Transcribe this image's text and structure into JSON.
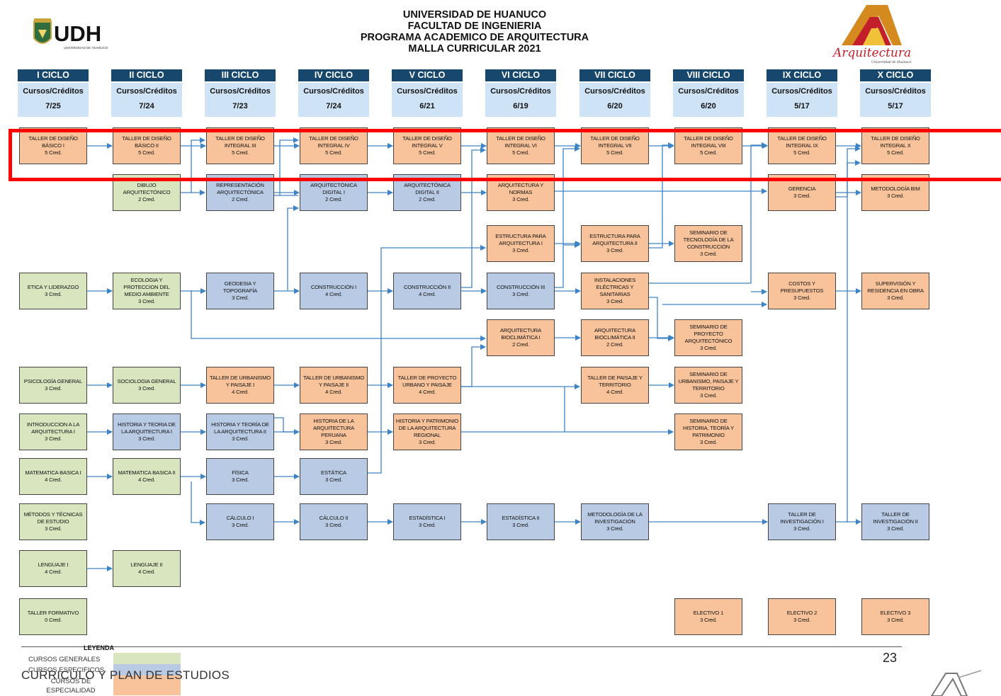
{
  "header": {
    "lines": [
      "UNIVERSIDAD DE HUANUCO",
      "FACULTAD DE INGENIERIA",
      "PROGRAMA ACADEMICO DE ARQUITECTURA",
      "MALLA CURRICULAR 2021"
    ],
    "udh_logo": {
      "text": "UDH",
      "sub": "UNIVERSIDAD DE HUANUCO"
    },
    "arq_logo": {
      "text": "Arquitectura",
      "sub": "Universidad de Huánuco"
    }
  },
  "colors": {
    "header_bar": "#17476c",
    "info_bar": "#cfe3f7",
    "general": "#d8e5bf",
    "especifico": "#b9cbe4",
    "especialidad": "#f8c39a",
    "arrow": "#3d84c6",
    "highlight": "#ff0000"
  },
  "cycles": [
    {
      "name": "I CICLO",
      "label": "Cursos/Créditos",
      "count": "7/25"
    },
    {
      "name": "II CICLO",
      "label": "Cursos/Créditos",
      "count": "7/24"
    },
    {
      "name": "III CICLO",
      "label": "Cursos/Créditos",
      "count": "7/23"
    },
    {
      "name": "IV CICLO",
      "label": "Cursos/Créditos",
      "count": "7/24"
    },
    {
      "name": "V CICLO",
      "label": "Cursos/Créditos",
      "count": "6/21"
    },
    {
      "name": "VI CICLO",
      "label": "Cursos/Créditos",
      "count": "6/19"
    },
    {
      "name": "VII CICLO",
      "label": "Cursos/Créditos",
      "count": "6/20"
    },
    {
      "name": "VIII CICLO",
      "label": "Cursos/Créditos",
      "count": "6/20"
    },
    {
      "name": "IX CICLO",
      "label": "Cursos/Créditos",
      "count": "5/17"
    },
    {
      "name": "X CICLO",
      "label": "Cursos/Créditos",
      "count": "5/17"
    }
  ],
  "courses": [
    {
      "id": "tdb1",
      "lines": [
        "TALLER DE DISEÑO",
        "BÁSICO I"
      ],
      "credits": "5 Cred.",
      "type": "s"
    },
    {
      "id": "tdb2",
      "lines": [
        "TALLER DE DISEÑO",
        "BÁSICO II"
      ],
      "credits": "5 Cred.",
      "type": "s"
    },
    {
      "id": "tdi3",
      "lines": [
        "TALLER DE DISEÑO",
        "INTEGRAL III"
      ],
      "credits": "5 Cred.",
      "type": "s"
    },
    {
      "id": "tdi4",
      "lines": [
        "TALLER DE DISEÑO",
        "INTEGRAL IV"
      ],
      "credits": "5 Cred.",
      "type": "s"
    },
    {
      "id": "tdi5",
      "lines": [
        "TALLER DE DISEÑO",
        "INTEGRAL V"
      ],
      "credits": "5 Cred.",
      "type": "s"
    },
    {
      "id": "tdi6",
      "lines": [
        "TALLER DE DISEÑO",
        "INTEGRAL VI"
      ],
      "credits": "5 Cred.",
      "type": "s"
    },
    {
      "id": "tdi7",
      "lines": [
        "TALLER DE DISEÑO",
        "INTEGRAL VII"
      ],
      "credits": "5 Cred.",
      "type": "s"
    },
    {
      "id": "tdi8",
      "lines": [
        "TALLER DE DISEÑO",
        "INTEGRAL VIII"
      ],
      "credits": "5 Cred.",
      "type": "s"
    },
    {
      "id": "tdi9",
      "lines": [
        "TALLER DE DISEÑO",
        "INTEGRAL IX"
      ],
      "credits": "5 Cred.",
      "type": "s"
    },
    {
      "id": "tdi10",
      "lines": [
        "TALLER DE DISEÑO",
        "INTEGRAL X"
      ],
      "credits": "5 Cred.",
      "type": "s"
    },
    {
      "id": "dibarq",
      "lines": [
        "DIBUJO",
        "ARQUITECTÓNICO"
      ],
      "credits": "2 Cred.",
      "type": "g"
    },
    {
      "id": "reparq",
      "lines": [
        "REPRESENTACIÓN",
        "ARQUITECTÓNICA"
      ],
      "credits": "2 Cred.",
      "type": "e"
    },
    {
      "id": "arqdig1",
      "lines": [
        "ARQUITECTÓNICA",
        "DIGITAL I"
      ],
      "credits": "2 Cred.",
      "type": "e"
    },
    {
      "id": "arqdig2",
      "lines": [
        "ARQUITECTÓNICA",
        "DIGITAL II"
      ],
      "credits": "2 Cred.",
      "type": "e"
    },
    {
      "id": "arqnorm",
      "lines": [
        "ARQUITECTURA Y",
        "NORMAS"
      ],
      "credits": "3 Cred.",
      "type": "s"
    },
    {
      "id": "gerencia",
      "lines": [
        "GERENCIA"
      ],
      "credits": "3 Cred.",
      "type": "s"
    },
    {
      "id": "bim",
      "lines": [
        "METODOLOGÍA BIM"
      ],
      "credits": "3 Cred.",
      "type": "s"
    },
    {
      "id": "estr1",
      "lines": [
        "ESTRUCTURA PARA",
        "ARQUITECTURA I"
      ],
      "credits": "3 Cred.",
      "type": "s"
    },
    {
      "id": "estr2",
      "lines": [
        "ESTRUCTURA PARA",
        "ARQUITECTURA II"
      ],
      "credits": "3 Cred.",
      "type": "s"
    },
    {
      "id": "semtec",
      "lines": [
        "SEMINARIO DE",
        "TECNOLOGÍA DE LA",
        "CONSTRUCCIÓN"
      ],
      "credits": "3 Cred.",
      "type": "s"
    },
    {
      "id": "etica",
      "lines": [
        "ETICA Y LIDERAZGO"
      ],
      "credits": "3 Cred.",
      "type": "g"
    },
    {
      "id": "ecologia",
      "lines": [
        "ECOLOGIA Y",
        "PROTECCION DEL",
        "MEDIO AMBIENTE"
      ],
      "credits": "3 Cred.",
      "type": "g"
    },
    {
      "id": "geodesia",
      "lines": [
        "GEODESIA Y",
        "TOPOGRAFÍA"
      ],
      "credits": "3 Cred.",
      "type": "e"
    },
    {
      "id": "cons1",
      "lines": [
        "CONSTRUCCIÓN I"
      ],
      "credits": "4 Cred.",
      "type": "e"
    },
    {
      "id": "cons2",
      "lines": [
        "CONSTRUCCIÓN II"
      ],
      "credits": "4 Cred.",
      "type": "e"
    },
    {
      "id": "cons3",
      "lines": [
        "CONSTRUCCIÓN III"
      ],
      "credits": "3 Cred.",
      "type": "e"
    },
    {
      "id": "instal",
      "lines": [
        "INSTALACIONES",
        "ELÉCTRICAS Y",
        "SANITARIAS"
      ],
      "credits": "3 Cred.",
      "type": "s"
    },
    {
      "id": "costos",
      "lines": [
        "COSTOS Y",
        "PRESUPUESTOS"
      ],
      "credits": "3 Cred.",
      "type": "s"
    },
    {
      "id": "superv",
      "lines": [
        "SUPERVISIÓN Y",
        "RESIDENCIA EN OBRA"
      ],
      "credits": "3 Cred.",
      "type": "s"
    },
    {
      "id": "bioc1",
      "lines": [
        "ARQUITECTURA",
        "BIOCLIMÁTICA I"
      ],
      "credits": "2 Cred.",
      "type": "s"
    },
    {
      "id": "bioc2",
      "lines": [
        "ARQUITECTURA",
        "BIOCLIMÁTICA II"
      ],
      "credits": "2 Cred.",
      "type": "s"
    },
    {
      "id": "semproy",
      "lines": [
        "SEMINARIO DE",
        "PROYECTO",
        "ARQUITECTÓNICO"
      ],
      "credits": "3 Cred.",
      "type": "s"
    },
    {
      "id": "psico",
      "lines": [
        "PSICOLOGÍA GENERAL"
      ],
      "credits": "3 Cred.",
      "type": "g"
    },
    {
      "id": "socio",
      "lines": [
        "SOCIOLOGIA GENERAL"
      ],
      "credits": "3 Cred.",
      "type": "g"
    },
    {
      "id": "tup1",
      "lines": [
        "TALLER DE URBANISMO",
        "Y PAISAJE I"
      ],
      "credits": "4 Cred.",
      "type": "s"
    },
    {
      "id": "tup2",
      "lines": [
        "TALLER DE URBANISMO",
        "Y PAISAJE II"
      ],
      "credits": "4 Cred.",
      "type": "s"
    },
    {
      "id": "tpup",
      "lines": [
        "TALLER DE PROYECTO",
        "URBANO Y PAISAJE"
      ],
      "credits": "4 Cred.",
      "type": "s"
    },
    {
      "id": "tpt",
      "lines": [
        "TALLER DE PAISAJE Y",
        "TERRITORIO"
      ],
      "credits": "4 Cred.",
      "type": "s"
    },
    {
      "id": "semurb",
      "lines": [
        "SEMINARIO DE",
        "URBANISMO, PAISAJE Y",
        "TERRITORIO"
      ],
      "credits": "3 Cred.",
      "type": "s"
    },
    {
      "id": "intro",
      "lines": [
        "INTRODUCCION A LA",
        "ARQUITECTURA I"
      ],
      "credits": "3 Cred.",
      "type": "g"
    },
    {
      "id": "hist1",
      "lines": [
        "HISTORIA Y TEORIA DE",
        "LA ARQUITECTURA I"
      ],
      "credits": "3 Cred.",
      "type": "e"
    },
    {
      "id": "hist2",
      "lines": [
        "HISTORIA Y TEORÍA DE",
        "LA ARQUITECTURA II"
      ],
      "credits": "3 Cred.",
      "type": "e"
    },
    {
      "id": "histper",
      "lines": [
        "HISTORIA DE LA",
        "ARQUITECTURA",
        "PERUANA"
      ],
      "credits": "3 Cred.",
      "type": "s"
    },
    {
      "id": "histreg",
      "lines": [
        "HISTORIA Y PATRIMONIO",
        "DE LA ARQUITECTURA",
        "REGIONAL"
      ],
      "credits": "3 Cred.",
      "type": "s"
    },
    {
      "id": "semhist",
      "lines": [
        "SEMINARIO DE",
        "HISTORIA, TEORÍA Y",
        "PATRIMONIO"
      ],
      "credits": "3 Cred.",
      "type": "s"
    },
    {
      "id": "mat1",
      "lines": [
        "MATEMATICA BASICA I"
      ],
      "credits": "4 Cred.",
      "type": "g"
    },
    {
      "id": "mat2",
      "lines": [
        "MATEMATICA BASICA II"
      ],
      "credits": "4 Cred.",
      "type": "g"
    },
    {
      "id": "fisica",
      "lines": [
        "FÍSICA"
      ],
      "credits": "3 Cred.",
      "type": "e"
    },
    {
      "id": "estatica",
      "lines": [
        "ESTÁTICA"
      ],
      "credits": "3 Cred.",
      "type": "e"
    },
    {
      "id": "metodos",
      "lines": [
        "MÉTODOS Y TÉCNICAS",
        "DE ESTUDIO"
      ],
      "credits": "3 Cred.",
      "type": "g"
    },
    {
      "id": "calc1",
      "lines": [
        "CÁLCULO I"
      ],
      "credits": "3 Cred.",
      "type": "e"
    },
    {
      "id": "calc2",
      "lines": [
        "CÁLCULO II"
      ],
      "credits": "3 Cred.",
      "type": "e"
    },
    {
      "id": "estad1",
      "lines": [
        "ESTADÍSTICA I"
      ],
      "credits": "3 Cred.",
      "type": "e"
    },
    {
      "id": "estad2",
      "lines": [
        "ESTADÍSTICA II"
      ],
      "credits": "3 Cred.",
      "type": "e"
    },
    {
      "id": "metinv",
      "lines": [
        "METODOLOGÍA DE LA",
        "INVESTIGACIÓN"
      ],
      "credits": "3 Cred.",
      "type": "e"
    },
    {
      "id": "tinv1",
      "lines": [
        "TALLER DE",
        "INVESTIGACIÓN I"
      ],
      "credits": "3 Cred.",
      "type": "e"
    },
    {
      "id": "tinv2",
      "lines": [
        "TALLER DE",
        "INVESTIGACIÓN II"
      ],
      "credits": "3 Cred.",
      "type": "e"
    },
    {
      "id": "leng1",
      "lines": [
        "LENGUAJE I"
      ],
      "credits": "4 Cred.",
      "type": "g"
    },
    {
      "id": "leng2",
      "lines": [
        "LENGUAJE II"
      ],
      "credits": "4 Cred.",
      "type": "g"
    },
    {
      "id": "tform",
      "lines": [
        "TALLER FORMATIVO"
      ],
      "credits": "0 Cred.",
      "type": "g"
    },
    {
      "id": "elec1",
      "lines": [
        "ELECTIVO 1"
      ],
      "credits": "3 Cred.",
      "type": "s"
    },
    {
      "id": "elec2",
      "lines": [
        "ELECTIVO 2"
      ],
      "credits": "3 Cred.",
      "type": "s"
    },
    {
      "id": "elec3",
      "lines": [
        "ELECTIVO 3"
      ],
      "credits": "3 Cred.",
      "type": "s"
    }
  ],
  "legend": {
    "title": "LEYENDA",
    "items": [
      {
        "label": "CURSOS GENERALES",
        "type": "g"
      },
      {
        "label": "CURSOS ESPECIFICOS",
        "type": "e"
      },
      {
        "label": "CURSOS DE ESPECIALIDAD",
        "type": "s"
      }
    ]
  },
  "footer": {
    "text": "CURRICULO Y PLAN DE ESTUDIOS",
    "page": "23"
  }
}
